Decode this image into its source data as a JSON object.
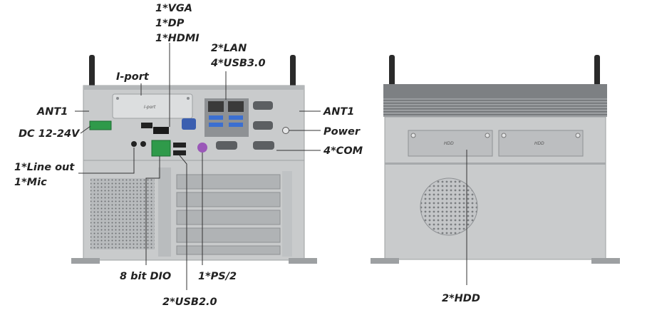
{
  "labels": {
    "vga": "1*VGA",
    "dp": "1*DP",
    "hdmi": "1*HDMI",
    "lan": "2*LAN",
    "usb30": "4*USB3.0",
    "iport": "I-port",
    "ant1_left": "ANT1",
    "ant1_right": "ANT1",
    "dc": "DC 12-24V",
    "power": "Power",
    "com": "4*COM",
    "lineout": "1*Line out",
    "mic": "1*Mic",
    "dio": "8 bit DIO",
    "ps2": "1*PS/2",
    "usb20": "2*USB2.0",
    "hdd": "2*HDD"
  },
  "panel_text": {
    "iport_plate": "I-port",
    "hdd_bay_1": "HDD",
    "hdd_bay_2": "HDD"
  },
  "colors": {
    "chassis": "#c9cbcc",
    "chassis_dark": "#9da0a2",
    "top_cap": "#7d8083",
    "antenna": "#2a2a2a",
    "dc_connector": "#2f9a4a",
    "usb3_blue": "#3b6fd1",
    "ps2_purple": "#9a58b8",
    "vga_blue": "#3b5fb0",
    "leader": "#333333"
  }
}
